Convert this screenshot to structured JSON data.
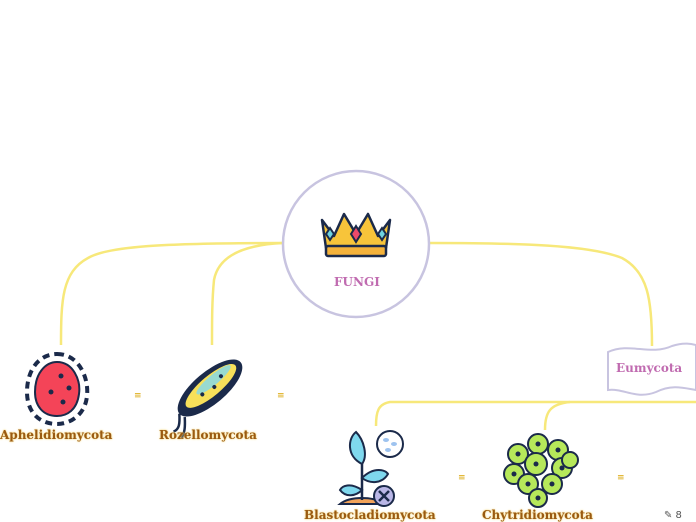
{
  "root": {
    "label": "FUNGI",
    "icon": "crown-icon"
  },
  "nodes": [
    {
      "label": "Aphelidiomycota",
      "icon": "cell-icon",
      "notes_icon": "≡"
    },
    {
      "label": "Rozellomycota",
      "icon": "bacterium-icon",
      "notes_icon": "≡"
    },
    {
      "label": "Blastocladiomycota",
      "icon": "plant-icon",
      "notes_icon": "≡"
    },
    {
      "label": "Chytridiomycota",
      "icon": "cell-cluster-icon",
      "notes_icon": "≡"
    }
  ],
  "eumycota": {
    "label": "Eumycota"
  },
  "corner": {
    "controls": "✎ 8"
  },
  "colors": {
    "connector": "#f7e87a",
    "root_border": "#c8c4e0",
    "accent": "#c06bb0",
    "label": "#9a5a12"
  }
}
